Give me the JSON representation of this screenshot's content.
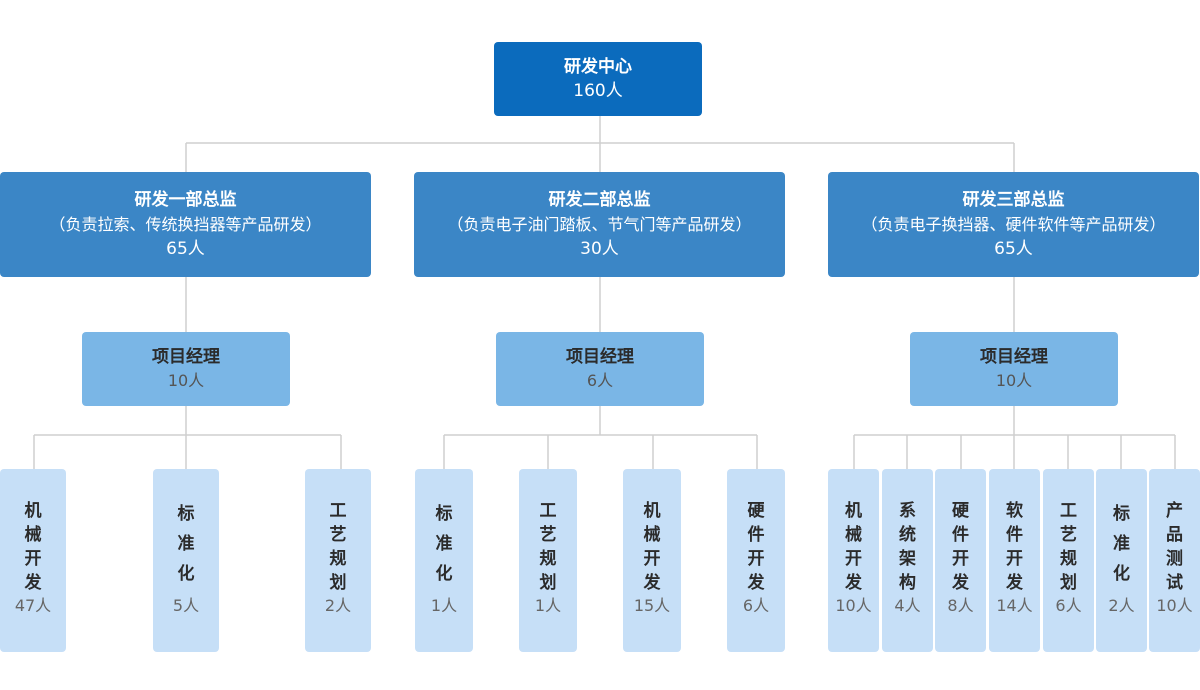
{
  "root": {
    "name": "研发中心",
    "count": "160人"
  },
  "departments": [
    {
      "name": "研发一部总监",
      "desc": "（负责拉索、传统换挡器等产品研发）",
      "count": "65人",
      "pm": {
        "name": "项目经理",
        "count": "10人"
      },
      "teams": [
        {
          "name": "机械开发",
          "count": "47人"
        },
        {
          "name": "标准化",
          "count": "5人"
        },
        {
          "name": "工艺规划",
          "count": "2人"
        }
      ]
    },
    {
      "name": "研发二部总监",
      "desc": "（负责电子油门踏板、节气门等产品研发）",
      "count": "30人",
      "pm": {
        "name": "项目经理",
        "count": "6人"
      },
      "teams": [
        {
          "name": "标准化",
          "count": "1人"
        },
        {
          "name": "工艺规划",
          "count": "1人"
        },
        {
          "name": "机械开发",
          "count": "15人"
        },
        {
          "name": "硬件开发",
          "count": "6人"
        }
      ]
    },
    {
      "name": "研发三部总监",
      "desc": "（负责电子换挡器、硬件软件等产品研发）",
      "count": "65人",
      "pm": {
        "name": "项目经理",
        "count": "10人"
      },
      "teams": [
        {
          "name": "机械开发",
          "count": "10人"
        },
        {
          "name": "系统架构",
          "count": "4人"
        },
        {
          "name": "硬件开发",
          "count": "8人"
        },
        {
          "name": "软件开发",
          "count": "14人"
        },
        {
          "name": "工艺规划",
          "count": "6人"
        },
        {
          "name": "标准化",
          "count": "2人"
        },
        {
          "name": "产品测试",
          "count": "10人"
        }
      ]
    }
  ]
}
